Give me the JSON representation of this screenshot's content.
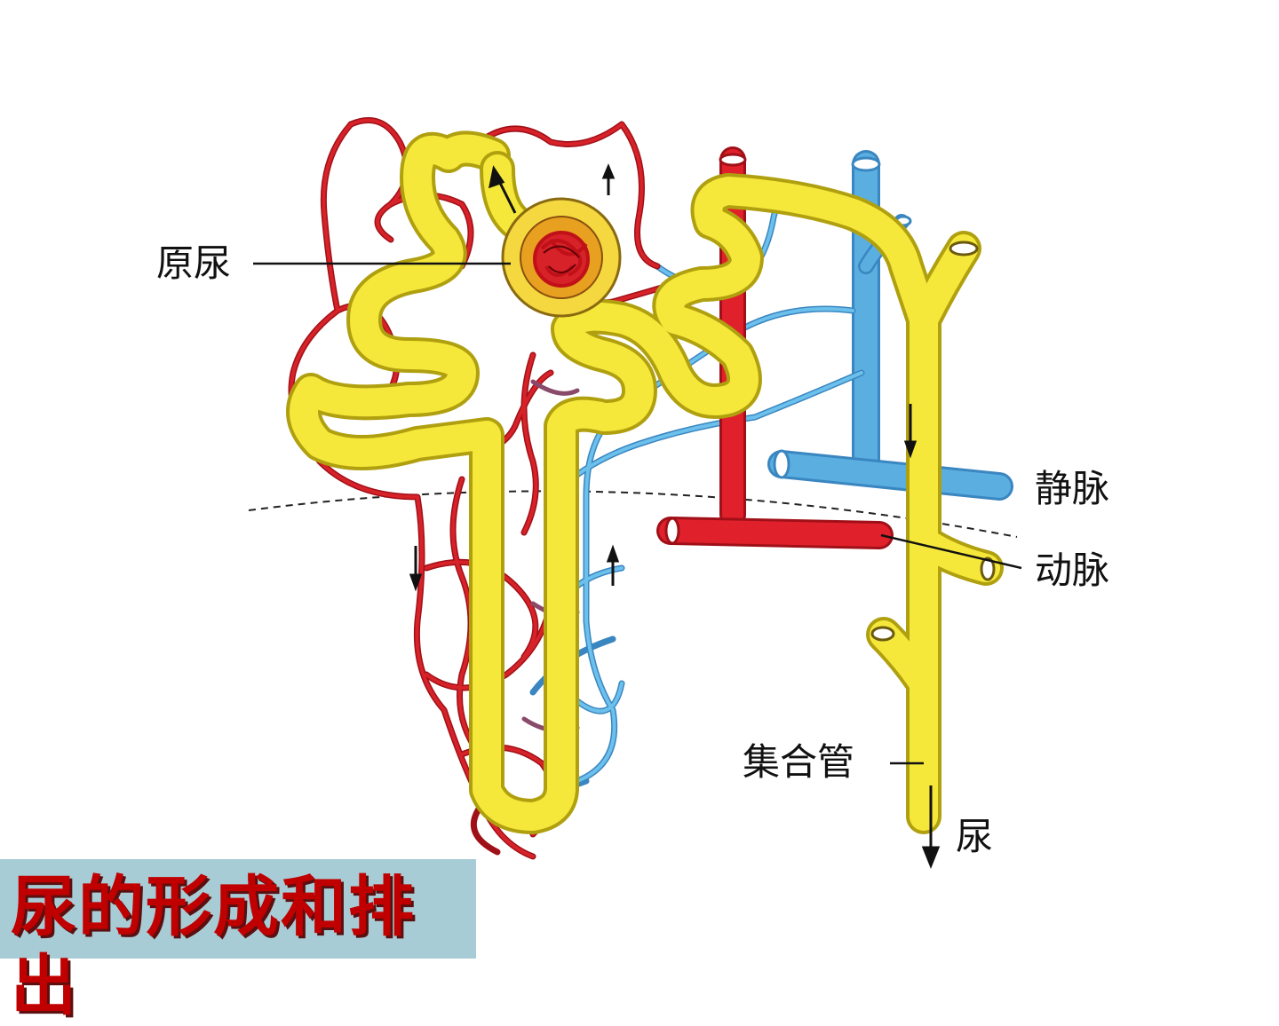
{
  "labels": {
    "primary_urine": "原尿",
    "vein": "静脉",
    "artery": "动脉",
    "collecting_duct": "集合管",
    "urine": "尿"
  },
  "banner": {
    "title": "尿的形成和排出"
  },
  "colors": {
    "tubule": "#f5e83a",
    "tubule_outline": "#b0a010",
    "artery": "#e0202a",
    "vein": "#5aaee0",
    "banner_bg": "#a8ccd6",
    "banner_text": "#c00000"
  }
}
